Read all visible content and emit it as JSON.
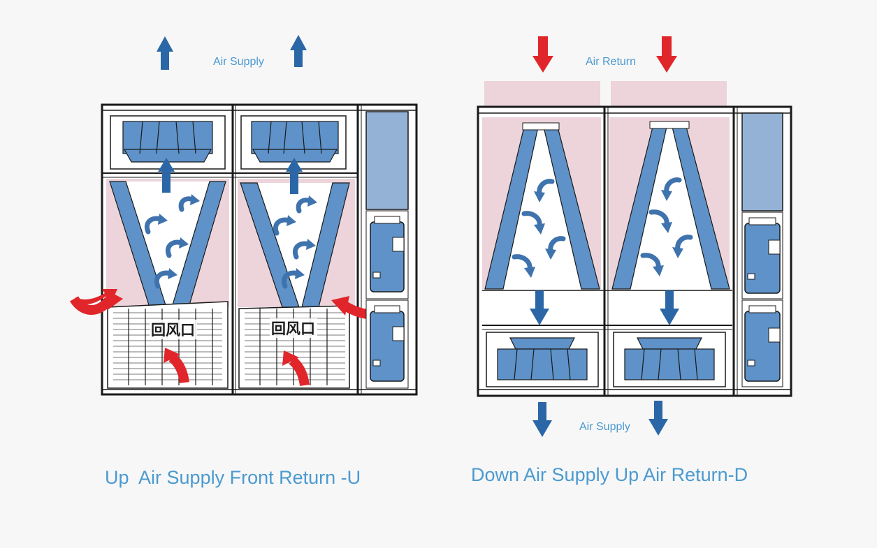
{
  "colors": {
    "background": "#f7f7f7",
    "frame": "#1a1a1a",
    "coil_blue": "#5e92c8",
    "coil_blue_dark": "#3f73ad",
    "flow_arrow": "#2b67a6",
    "return_arrow": "#e0262b",
    "return_zone": "#ecd4da",
    "panel_blue": "#94b2d6",
    "text_blue": "#4b9ad0"
  },
  "left_unit": {
    "top_label": "Air Supply",
    "vent_label": "回风口",
    "caption": "Up  Air Supply Front Return -U"
  },
  "right_unit": {
    "top_label": "Air Return",
    "bottom_label": "Air Supply",
    "caption": "Down Air Supply Up Air Return-D"
  }
}
